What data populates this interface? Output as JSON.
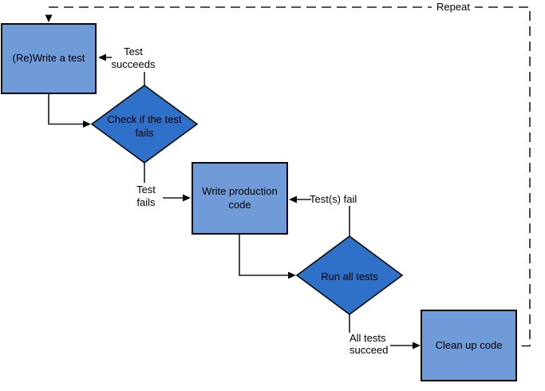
{
  "diagram": {
    "kind": "flowchart",
    "nodes": {
      "rewrite_test": {
        "label": "(Re)Write a test",
        "shape": "process"
      },
      "check_test_fails": {
        "label": "Check if the test fails",
        "shape": "decision"
      },
      "write_production_code": {
        "label": "Write production code",
        "shape": "process"
      },
      "run_all_tests": {
        "label": "Run all tests",
        "shape": "decision"
      },
      "clean_up_code": {
        "label": "Clean up code",
        "shape": "process"
      }
    },
    "edge_labels": {
      "test_succeeds": "Test succeeds",
      "test_fails": "Test fails",
      "tests_fail": "Test(s) fail",
      "all_tests_succeed": "All tests succeed",
      "repeat": "Repeat"
    },
    "colors": {
      "process_fill": "#6F9BD9",
      "decision_fill": "#2F70C9",
      "shape_border": "#0a0a0a",
      "connector": "#1a1a1a",
      "text": "#000000",
      "background": "#ffffff"
    }
  }
}
